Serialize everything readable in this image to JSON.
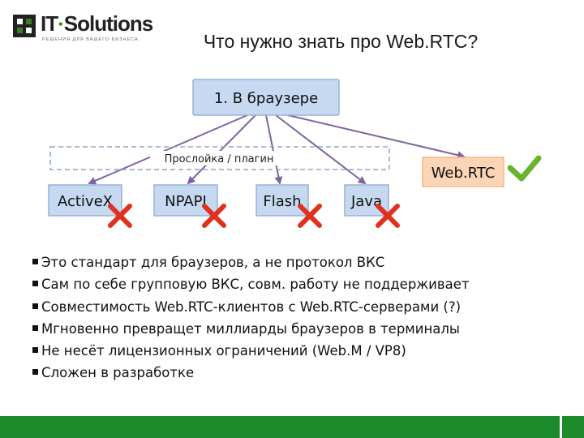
{
  "logo": {
    "brand_prefix": "IT",
    "brand_sep": "·",
    "brand_suffix": "Solutions",
    "tagline": "РЕШЕНИЯ ДЛЯ ВАШЕГО БИЗНЕСА"
  },
  "slide": {
    "title": "Что нужно знать про Web.RTC?"
  },
  "diagram": {
    "root": "1. В браузере",
    "layer": "Прослойка / плагин",
    "plugins": [
      "ActiveX",
      "NPAPI",
      "Flash",
      "Java"
    ],
    "webrtc": "Web.RTC",
    "colors": {
      "node_fill": "#c6d9f1",
      "node_border": "#95b3d7",
      "webrtc_fill": "#fbd5b5",
      "arrow": "#8064a2",
      "cross": "#e0301e",
      "check": "#6ab42d"
    }
  },
  "bullets": [
    "Это стандарт для браузеров, а не протокол ВКС",
    "Сам по себе групповую ВКС, совм. работу  не поддерживает",
    "Совместимость Web.RTC-клиентов с Web.RTC-серверами (?)",
    "Мгновенно превращет миллиарды браузеров в терминалы",
    "Не несёт лицензионных ограничений (Web.M / VP8)",
    "Сложен в разработке"
  ],
  "footer": {
    "color": "#1c8a2a"
  }
}
